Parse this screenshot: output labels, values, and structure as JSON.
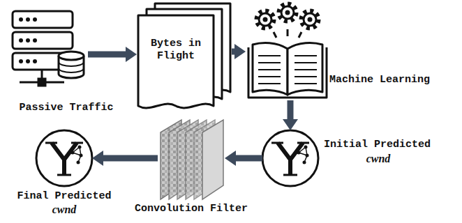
{
  "diagram": {
    "nodes": [
      {
        "text": [
          "Passive Traffic"
        ]
      },
      {
        "text": [
          "Bytes in Flight"
        ]
      },
      {
        "text": [
          "Machine Learning"
        ]
      },
      {
        "text": [
          "Initial Predicted",
          "cwnd"
        ]
      },
      {
        "text": [
          "Convolution Filter"
        ]
      },
      {
        "text": [
          "Final Predicted",
          "cwnd"
        ]
      }
    ],
    "edges": [
      {
        "from": 0,
        "to": 1,
        "arrow": "to"
      },
      {
        "from": 1,
        "to": 2,
        "arrow": "to"
      },
      {
        "from": 2,
        "to": 3,
        "arrow": "to"
      },
      {
        "from": 3,
        "to": 4,
        "arrow": "to"
      },
      {
        "from": 4,
        "to": 5,
        "arrow": "to"
      }
    ]
  }
}
